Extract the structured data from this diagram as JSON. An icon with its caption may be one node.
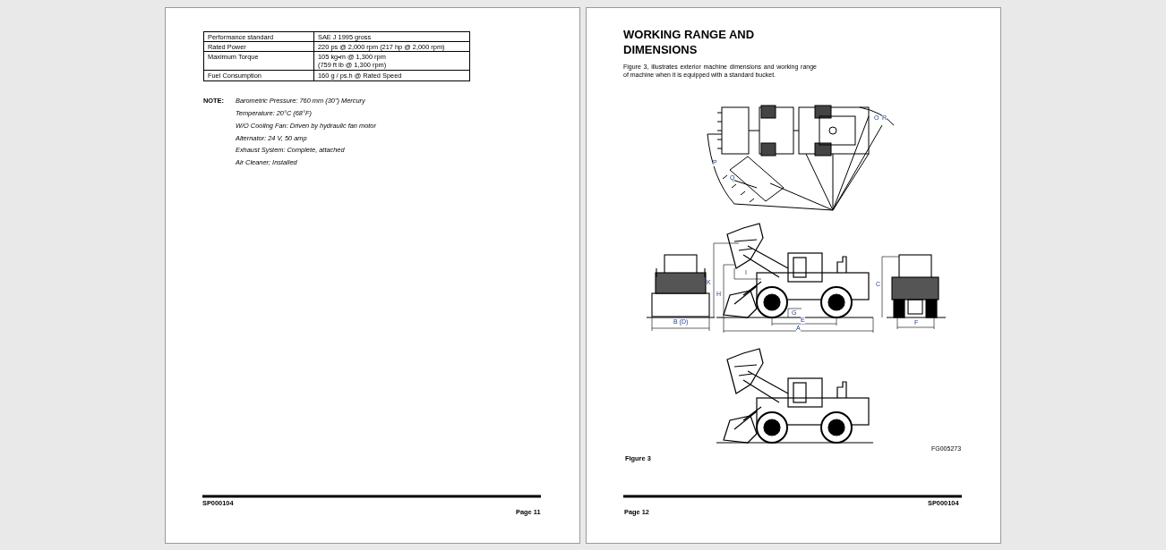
{
  "diagram": {
    "title": "WORKING RANGE AND DIMENSIONS",
    "caption": "Figure 3",
    "labels": [
      "Performance standard",
      "SAE J 1995 gross",
      "Rated Power",
      "220 ps @ 2,000 rpm (217 hp @ 2,000 rpm)",
      "Maximum Torque",
      "105 kg•m @ 1,300 rpm (759 ft lb @ 1,300 rpm)",
      "Fuel Consumption",
      "160 g / ps.h @ Rated Speed",
      "NOTE:",
      "Barometric Pressure: 760 mm (30\") Mercury",
      "Temperature: 20°C (68°F)",
      "W/O Cooling Fan: Driven by hydraulic fan motor",
      "Alternator: 24 V, 50 amp",
      "Exhaust System: Complete, attached",
      "Air Cleaner; Installed",
      "SP000104",
      "Page 11",
      "Figure 3, illustrates exterior machine dimensions and working range of machine when it is equipped with a standard bucket.",
      "P",
      "Q",
      "O",
      "R",
      "K",
      "H",
      "I",
      "G",
      "E",
      "A",
      "B (D)",
      "C",
      "F",
      "FG005273",
      "Page 12",
      "SP000104"
    ]
  }
}
